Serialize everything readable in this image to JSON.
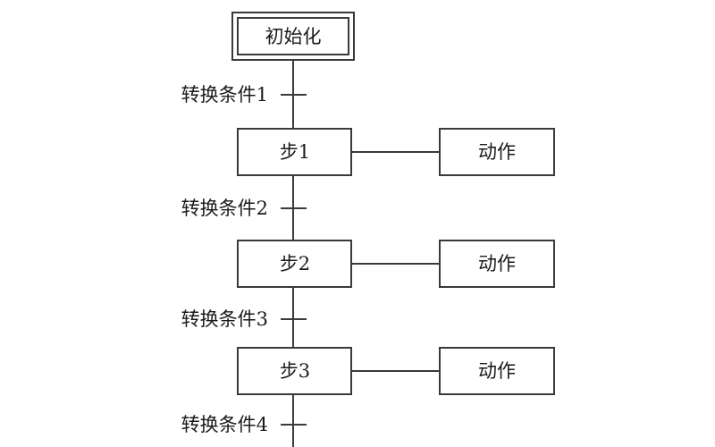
{
  "diagram": {
    "initial_step": {
      "label": "初始化"
    },
    "transitions": [
      {
        "label": "转换条件1"
      },
      {
        "label": "转换条件2"
      },
      {
        "label": "转换条件3"
      },
      {
        "label": "转换条件4"
      }
    ],
    "steps": [
      {
        "label": "步1",
        "action": "动作"
      },
      {
        "label": "步2",
        "action": "动作"
      },
      {
        "label": "步3",
        "action": "动作"
      }
    ]
  }
}
